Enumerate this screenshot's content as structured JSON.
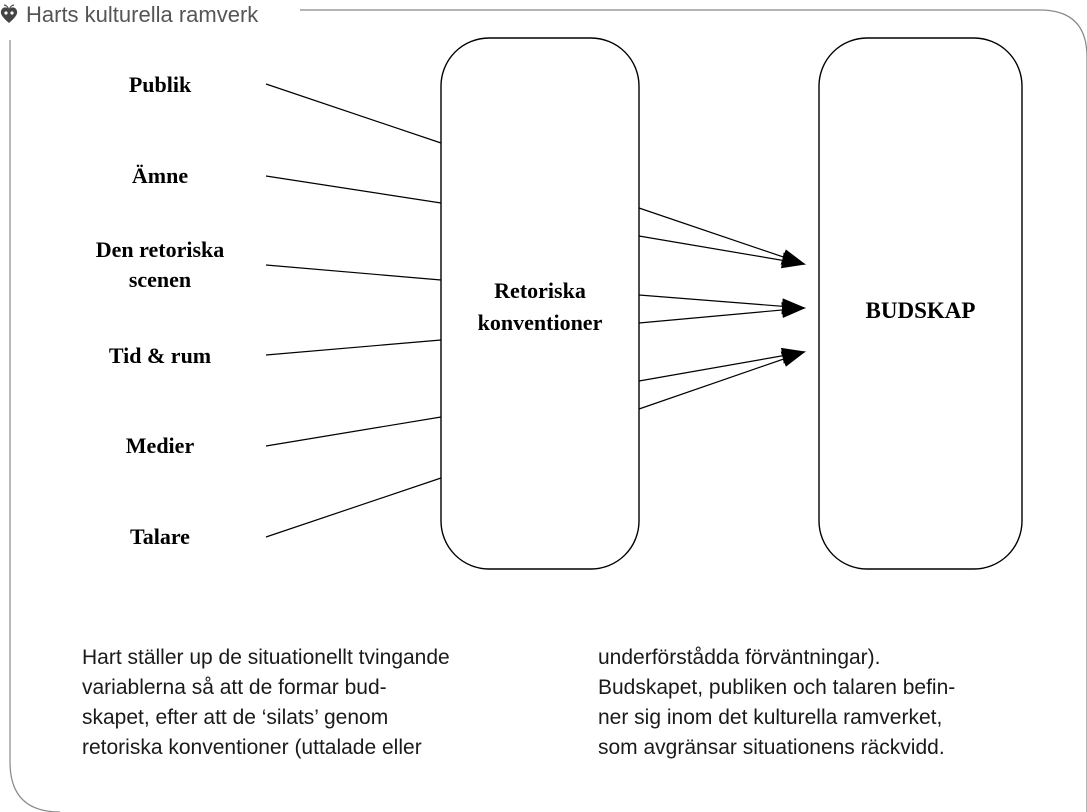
{
  "header": {
    "title": "Harts kulturella ramverk",
    "icon": "heart-ornament-icon"
  },
  "diagram": {
    "inputs": [
      {
        "lines": [
          "Publik"
        ]
      },
      {
        "lines": [
          "Ämne"
        ]
      },
      {
        "lines": [
          "Den retoriska",
          "scenen"
        ]
      },
      {
        "lines": [
          "Tid & rum"
        ]
      },
      {
        "lines": [
          "Medier"
        ]
      },
      {
        "lines": [
          "Talare"
        ]
      }
    ],
    "middle_box": {
      "lines": [
        "Retoriska",
        "konventioner"
      ]
    },
    "output_box": {
      "lines": [
        "BUDSKAP"
      ]
    }
  },
  "caption": {
    "left_lines": [
      "Hart ställer up de situationellt tvingande",
      "variablerna så att de formar bud-",
      "skapet, efter att de ‘silats’ genom",
      "retoriska konventioner (uttalade eller"
    ],
    "right_lines": [
      "underförstådda förväntningar).",
      "Budskapet, publiken och talaren befin-",
      "ner sig inom det kulturella ramverket,",
      "som avgränsar situationens räckvidd."
    ]
  },
  "colors": {
    "frame": "#888888",
    "lines": "#000000",
    "text": "#1a1a1a"
  }
}
